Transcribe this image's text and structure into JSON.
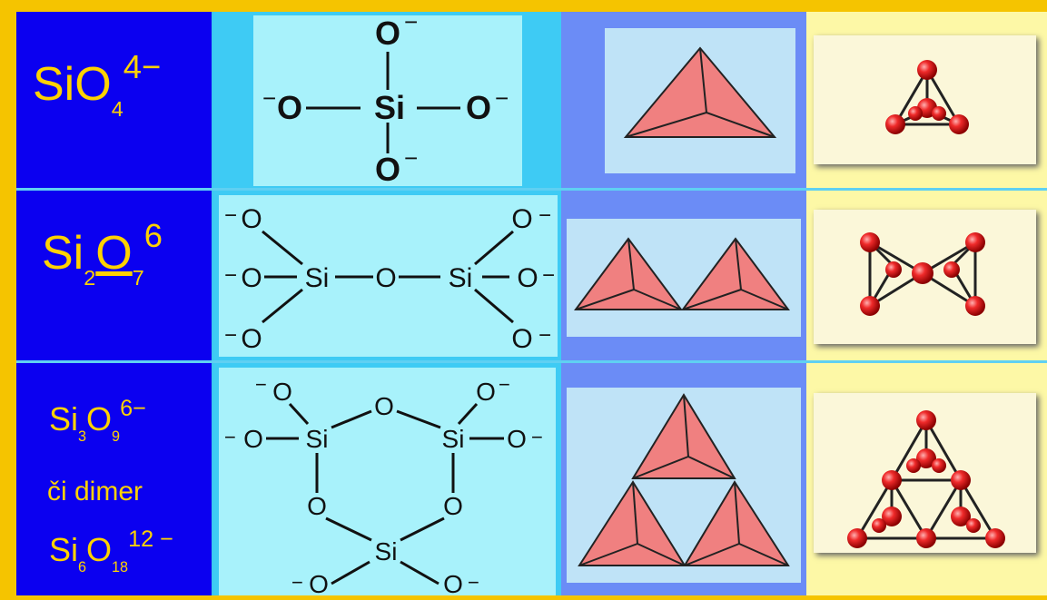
{
  "rows": [
    {
      "formula": {
        "base1": "SiO",
        "sub1": "4",
        "charge": "4−"
      },
      "structure": {
        "atoms": [
          "O",
          "O",
          "Si",
          "O",
          "O"
        ],
        "minus": "−"
      }
    },
    {
      "formula": {
        "base1": "Si",
        "sub1": "2",
        "base2": "O",
        "sub2": "7",
        "charge": "6"
      },
      "structure": {
        "atoms": [
          "O",
          "O",
          "O",
          "Si",
          "O",
          "Si",
          "O",
          "O",
          "O"
        ],
        "minus": "−"
      }
    },
    {
      "formula": {
        "line1": {
          "base1": "Si",
          "sub1": "3",
          "base2": "O",
          "sub2": "9",
          "charge": "6−"
        },
        "line2": "či dimer",
        "line3": {
          "base1": "Si",
          "sub1": "6",
          "base2": "O",
          "sub2": "18",
          "charge": "12 −"
        }
      },
      "structure": {
        "atoms": [
          "O",
          "O",
          "O",
          "Si",
          "Si",
          "O",
          "O",
          "O",
          "O",
          "Si",
          "O",
          "O"
        ],
        "minus": "−"
      }
    }
  ],
  "colors": {
    "frame": "#f5c400",
    "formula_cell": "#0b00f0",
    "formula_text": "#ffd200",
    "structure_cell": "#3ecbf4",
    "structure_panel": "#a8f2fb",
    "tetra_cell": "#6b8cf6",
    "tetra_panel": "#bfe3f7",
    "tetra_fill": "#f08080",
    "ball_cell": "#fdf8a6",
    "ball_panel": "#fbf7d9",
    "ball_color": "#e32020"
  }
}
